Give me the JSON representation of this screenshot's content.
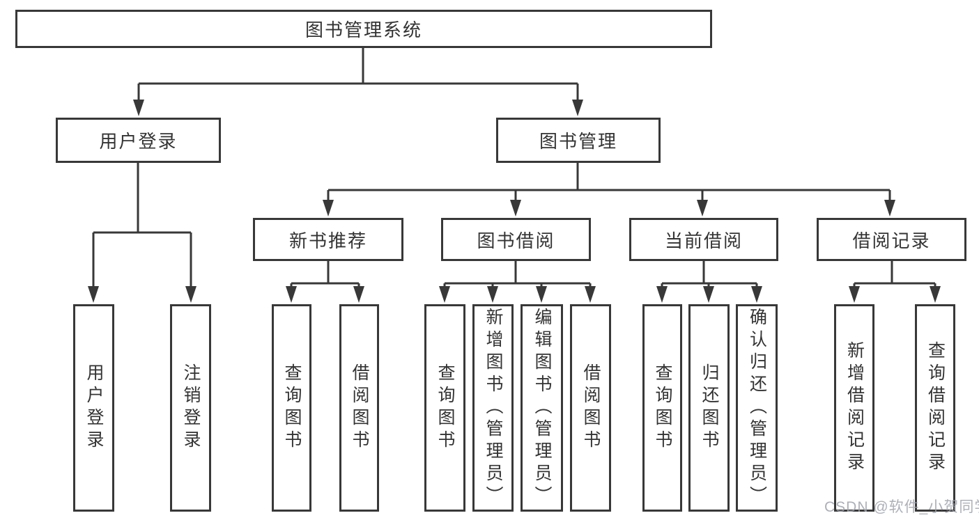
{
  "diagram": {
    "title": "图书管理系统",
    "level2": {
      "user_login": "用户登录",
      "book_management": "图书管理"
    },
    "level3": {
      "new_book_recommend": "新书推荐",
      "book_borrow": "图书借阅",
      "current_borrow": "当前借阅",
      "borrow_records": "借阅记录"
    },
    "leaves": {
      "user_login": [
        "用户登录",
        "注销登录"
      ],
      "new_book_recommend": [
        "查询图书",
        "借阅图书"
      ],
      "book_borrow": [
        "查询图书",
        "新增图书（管理员）",
        "编辑图书（管理员）",
        "借阅图书"
      ],
      "current_borrow": [
        "查询图书",
        "归还图书",
        "确认归还（管理员）"
      ],
      "borrow_records": [
        "新增借阅记录",
        "查询借阅记录"
      ]
    },
    "watermark": "CSDN @软件_小贺同学",
    "colors": {
      "line": "#383838",
      "text": "#333333",
      "watermark": "#9ea2ac",
      "background": "#ffffff"
    }
  }
}
